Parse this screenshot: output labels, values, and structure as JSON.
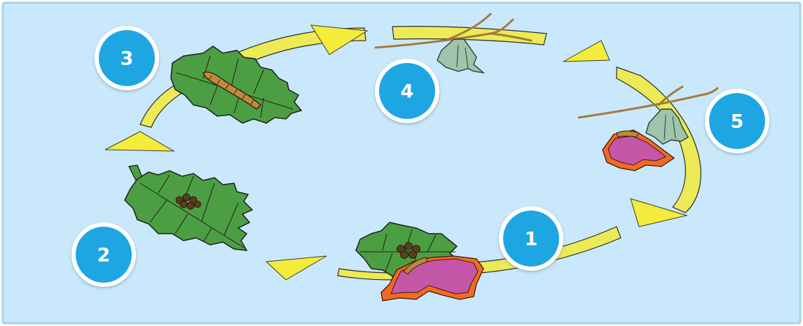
{
  "diagram": {
    "type": "cycle",
    "stages": [
      {
        "number": "1",
        "subject": "moth-laying-eggs-on-leaf"
      },
      {
        "number": "2",
        "subject": "leaf-with-eggs"
      },
      {
        "number": "3",
        "subject": "caterpillar-on-leaf"
      },
      {
        "number": "4",
        "subject": "cocoon-on-twig"
      },
      {
        "number": "5",
        "subject": "moth-emerging-from-cocoon"
      }
    ]
  },
  "colors": {
    "background": "#c9e8fb",
    "panel_border": "#a4d2f0",
    "arrow_yellow": "#f4ec3b",
    "ring_yellow": "#ecea57",
    "badge_blue": "#1ea6e3",
    "badge_ring": "#ffffff",
    "leaf_green": "#4c9e43",
    "cocoon_green": "#9fc5ac",
    "moth_pink": "#c557a8",
    "moth_orange": "#f26a22",
    "twig_brown": "#a57a3c",
    "egg_brown": "#5b3d1e"
  },
  "icons": [
    "arrow-icon",
    "leaf-icon",
    "egg-cluster-icon",
    "caterpillar-icon",
    "cocoon-icon",
    "moth-icon",
    "twig-icon"
  ]
}
